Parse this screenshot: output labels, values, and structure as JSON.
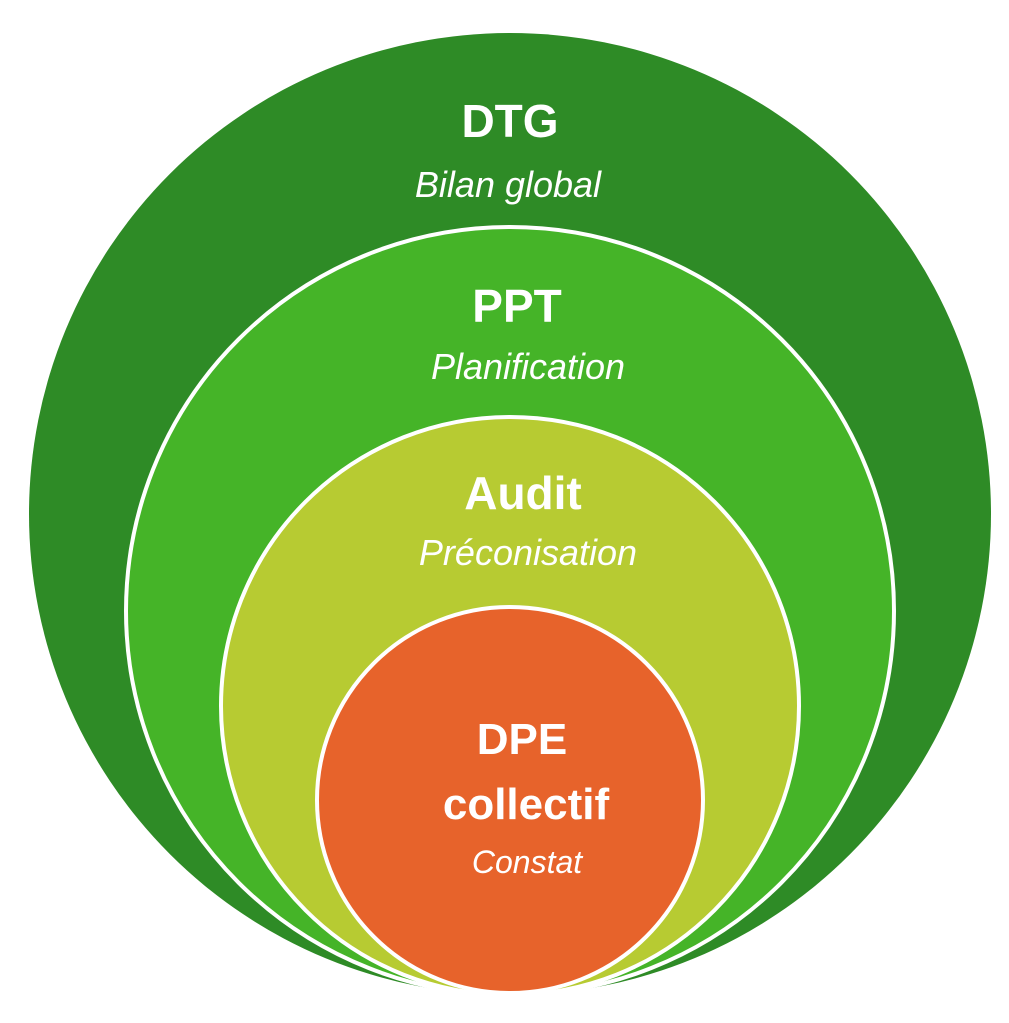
{
  "diagram": {
    "type": "nested-circles",
    "background_color": "#ffffff",
    "text_color": "#ffffff",
    "outline_color": "#ffffff",
    "rings": [
      {
        "label": "DTG",
        "sublabel": "Bilan global",
        "color": "#2e8b26"
      },
      {
        "label": "PPT",
        "sublabel": "Planification",
        "color": "#45b428"
      },
      {
        "label": "Audit",
        "sublabel": "Préconisation",
        "color": "#b7cb32"
      },
      {
        "label_line1": "DPE",
        "label_line2": "collectif",
        "sublabel": "Constat",
        "color": "#e7632b"
      }
    ]
  }
}
